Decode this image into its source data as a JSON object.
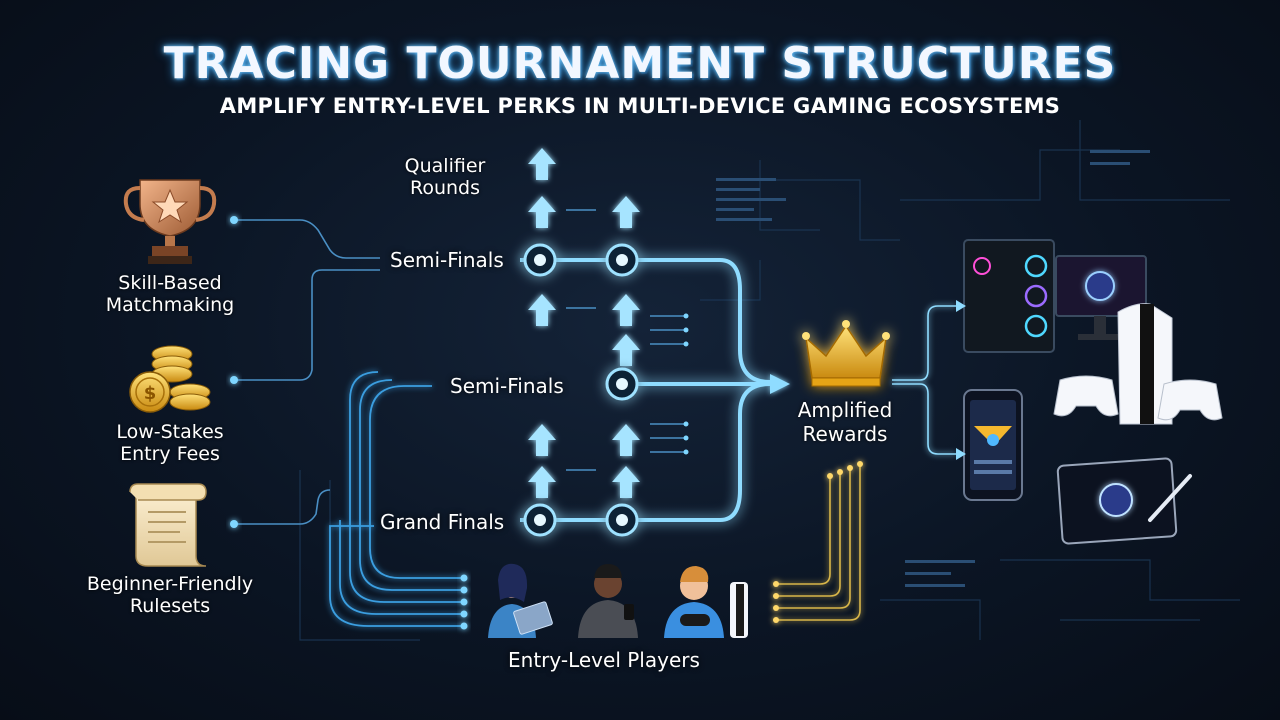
{
  "title": "TRACING TOURNAMENT STRUCTURES",
  "subtitle": "AMPLIFY ENTRY-LEVEL PERKS IN MULTI-DEVICE GAMING ECOSYSTEMS",
  "perks": [
    {
      "label": "Skill-Based\nMatchmaking",
      "icon": "trophy-icon"
    },
    {
      "label": "Low-Stakes\nEntry Fees",
      "icon": "coins-icon"
    },
    {
      "label": "Beginner-Friendly\nRulesets",
      "icon": "scroll-icon"
    }
  ],
  "stages": {
    "qualifier": "Qualifier\nRounds",
    "semi_top": "Semi-Finals",
    "semi_mid": "Semi-Finals",
    "grand": "Grand Finals"
  },
  "reward": {
    "label": "Amplified\nRewards",
    "icon": "crown-icon"
  },
  "players": {
    "label": "Entry-Level Players"
  },
  "devices": [
    "gaming-pc",
    "game-console",
    "smartphone",
    "tablet"
  ],
  "colors": {
    "glow": "#7fd6ff",
    "line": "#3a9ee0",
    "gold": "#f5b82e",
    "background": "#0b1524"
  }
}
